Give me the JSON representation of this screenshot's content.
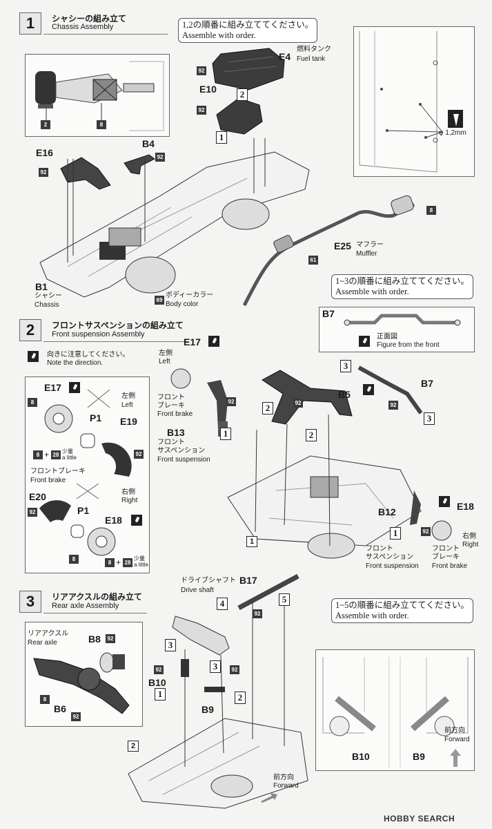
{
  "steps": [
    {
      "num": "1",
      "title_ja": "シャシーの組み立て",
      "title_en": "Chassis Assembly"
    },
    {
      "num": "2",
      "title_ja": "フロントサスペンションの組み立て",
      "title_en": "Front suspension Assembly"
    },
    {
      "num": "3",
      "title_ja": "リアアクスルの組み立て",
      "title_en": "Rear axle Assembly"
    }
  ],
  "notes": {
    "n1_ja": "1,2の順番に組み立ててください。",
    "n1_en": "Assemble with order.",
    "n2_ja": "1~3の順番に組み立ててください。",
    "n2_en": "Assemble with order.",
    "n3_ja": "1~5の順番に組み立ててください。",
    "n3_en": "Assemble with order.",
    "direction_ja": "向きに注意してください。",
    "direction_en": "Note the direction."
  },
  "step1": {
    "E4": "E4",
    "fuel_ja": "燃料タンク",
    "fuel_en": "Fuel tank",
    "E10": "E10",
    "E16": "E16",
    "B4": "B4",
    "B1": "B1",
    "chassis_ja": "シャシー",
    "chassis_en": "Chassis",
    "E25": "E25",
    "muffler_ja": "マフラー",
    "muffler_en": "Muffler",
    "body_color_ja": "ボディーカラー",
    "body_color_en": "Body color",
    "drill": "φ 1,2mm",
    "paint": {
      "p92": "92",
      "p8": "8",
      "p2": "2",
      "p61": "61",
      "p69": "69"
    },
    "order": {
      "o1": "1",
      "o2": "2"
    }
  },
  "step2": {
    "E17": "E17",
    "left_ja": "左側",
    "left_en": "Left",
    "front_brake_ja": "フロント ブレーキ",
    "front_brake_ja_1": "フロント",
    "front_brake_ja_2": "ブレーキ",
    "front_brake_en": "Front brake",
    "B13": "B13",
    "front_susp_ja_1": "フロント",
    "front_susp_ja_2": "サスペンション",
    "front_susp_en": "Front suspension",
    "B5": "B5",
    "B7": "B7",
    "B12": "B12",
    "E18": "E18",
    "right_ja": "右側",
    "right_en": "Right",
    "front_view_ja": "正面図",
    "front_view_en": "Figure from the front",
    "P1": "P1",
    "E19": "E19",
    "E20": "E20",
    "brake_ja": "フロントブレーキ",
    "brake_en": "Front brake",
    "little_ja": "少量",
    "little_en": "a little",
    "plus": "+",
    "paint": {
      "p92": "92",
      "p8": "8",
      "p28": "28"
    },
    "chassis_tag": "1",
    "order": {
      "o1": "1",
      "o2": "2",
      "o3": "3"
    }
  },
  "step3": {
    "driveshaft_ja": "ドライブシャフト",
    "B17": "B17",
    "driveshaft_en": "Drive shaft",
    "rear_axle_ja": "リアアクスル",
    "rear_axle_en": "Rear axle",
    "B8": "B8",
    "B6": "B6",
    "B10": "B10",
    "B9": "B9",
    "forward_ja": "前方向",
    "forward_en": "Forward",
    "paint": {
      "p92": "92",
      "p8": "8"
    },
    "chassis_tag": "2",
    "order": {
      "o1": "1",
      "o2": "2",
      "o3": "3",
      "o4": "4",
      "o5": "5"
    }
  },
  "watermark": "HOBBY SEARCH"
}
